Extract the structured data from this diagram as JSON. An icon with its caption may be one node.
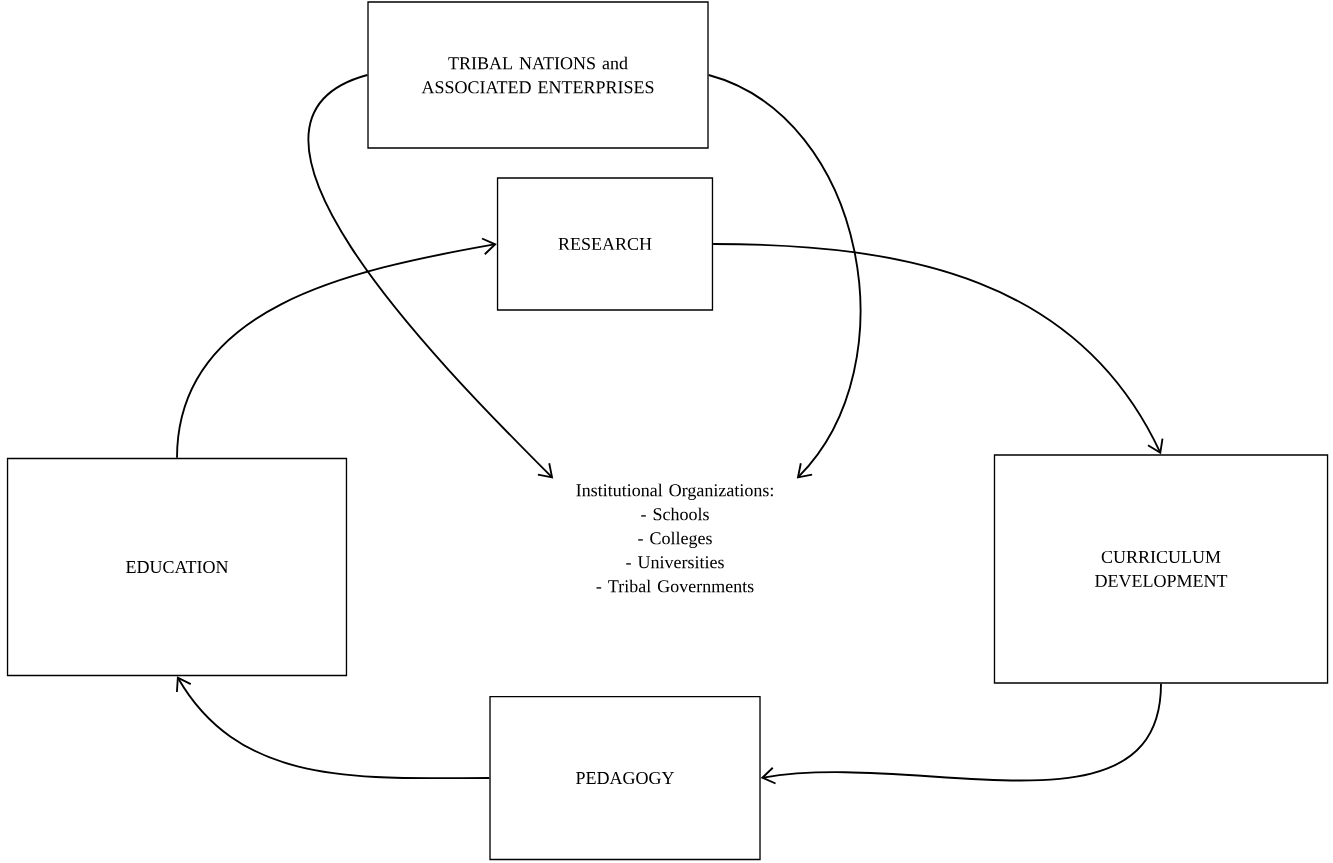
{
  "diagram": {
    "nodes": [
      {
        "text": [
          "TRIBAL NATIONS and ASSOCIATED ENTERPRISES"
        ]
      },
      {
        "text": [
          "RESEARCH"
        ]
      },
      {
        "text": [
          "Institutional Organizations:",
          "- Schools",
          "- Colleges",
          "- Universities",
          "- Tribal Governments"
        ]
      },
      {
        "text": [
          "EDUCATION"
        ]
      },
      {
        "text": [
          "CURRICULUM DEVELOPMENT"
        ]
      },
      {
        "text": [
          "PEDAGOGY"
        ]
      }
    ],
    "edges": [
      {
        "from": 0,
        "to": 2,
        "arrow": "to"
      },
      {
        "from": 0,
        "to": 2,
        "arrow": "to"
      },
      {
        "from": 3,
        "to": 1,
        "arrow": "to"
      },
      {
        "from": 1,
        "to": 4,
        "arrow": "to"
      },
      {
        "from": 4,
        "to": 5,
        "arrow": "to"
      },
      {
        "from": 5,
        "to": 3,
        "arrow": "to"
      }
    ]
  }
}
